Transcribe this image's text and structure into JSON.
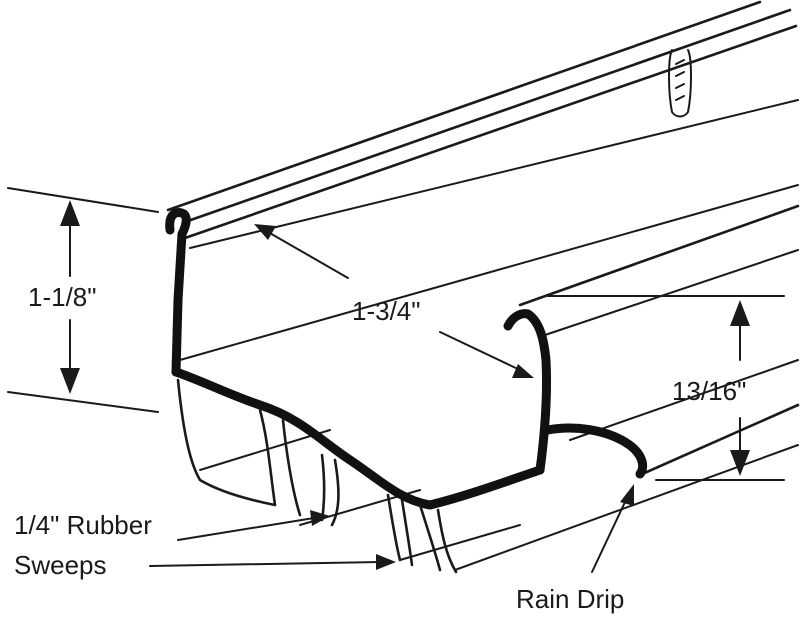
{
  "labels": {
    "height_left": "1-1/8\"",
    "width_top": "1-3/4\"",
    "height_right": "13/16\"",
    "sweeps_line1": "1/4\" Rubber",
    "sweeps_line2": "Sweeps",
    "rain_drip": "Rain Drip"
  },
  "colors": {
    "ink": "#1a1a1a",
    "background": "#ffffff"
  }
}
